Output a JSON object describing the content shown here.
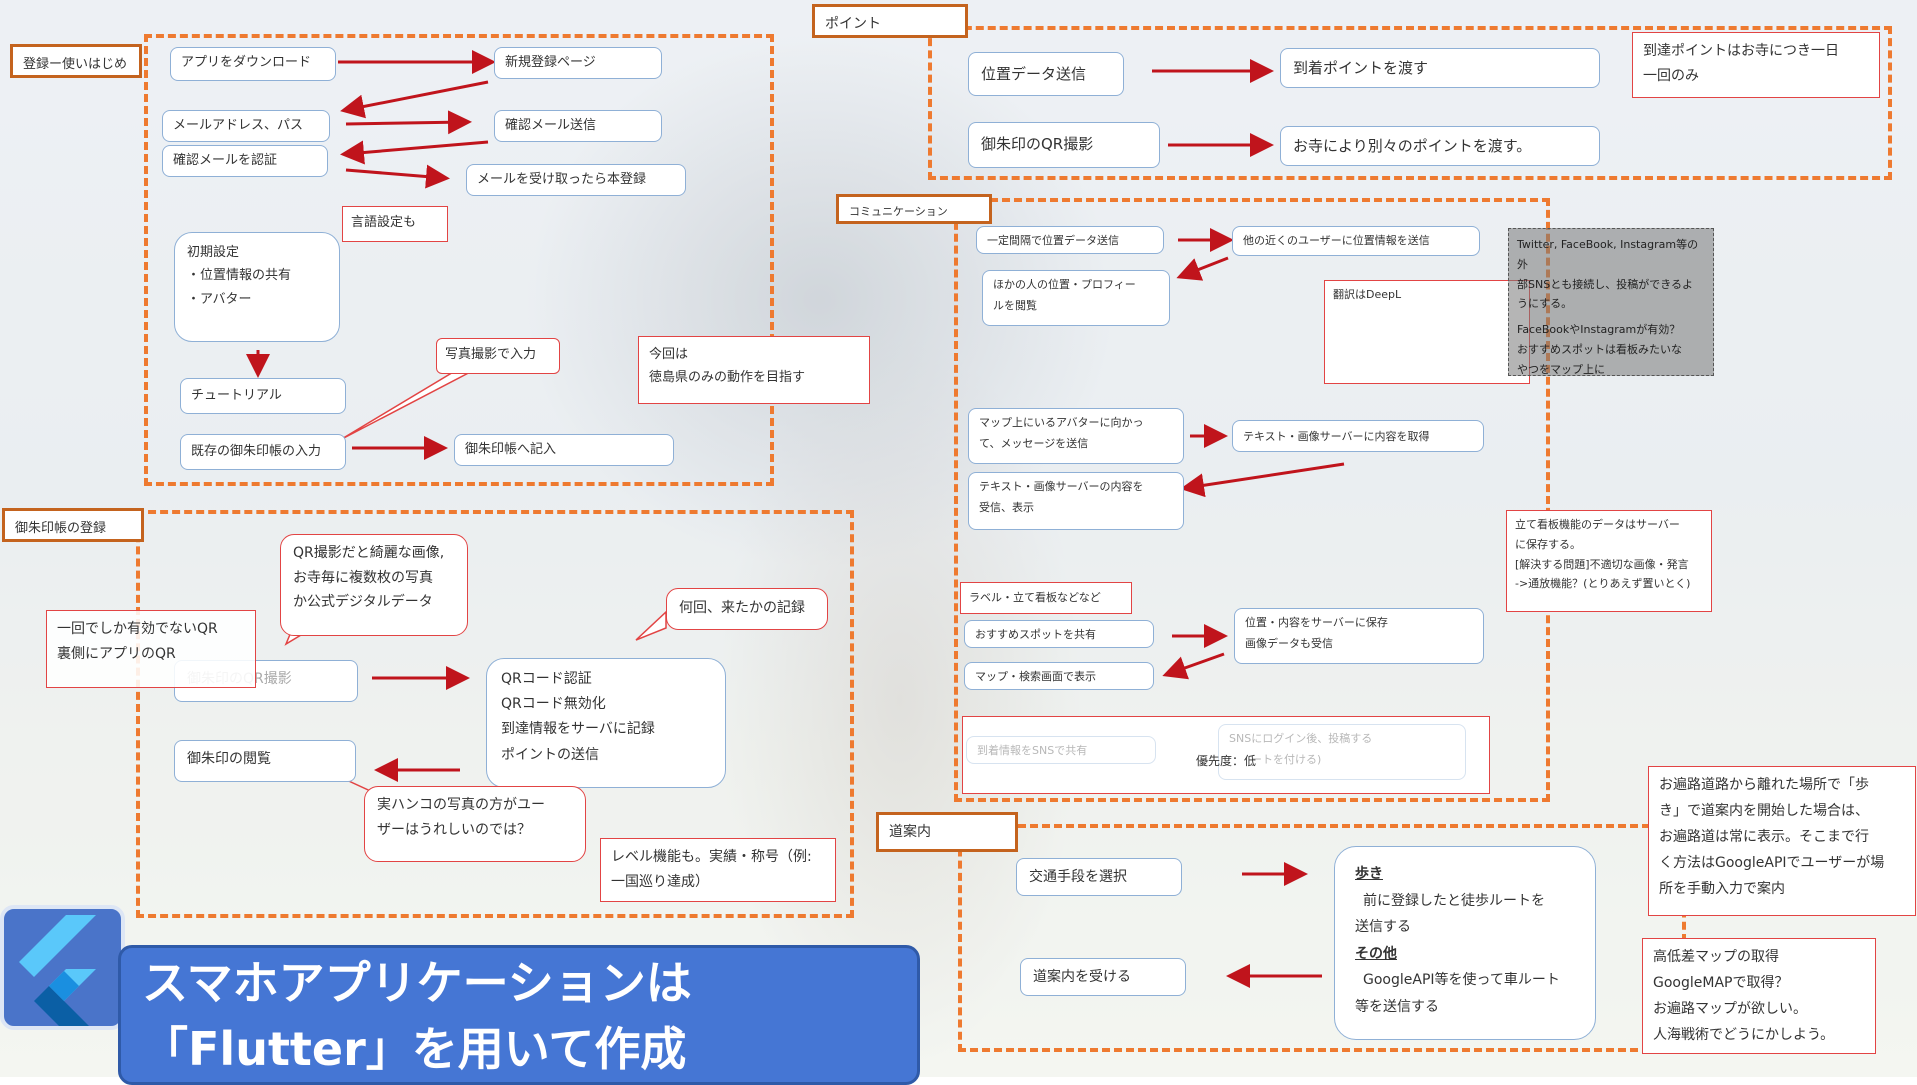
{
  "sections": {
    "registration": "登録ー使いはじめ",
    "points": "ポイント",
    "communication": "コミュニケーション",
    "stamp_registration": "御朱印帳の登録",
    "navigation": "道案内",
    "labels": "ラベル・立て看板などなど"
  },
  "registration": {
    "download": "アプリをダウンロード",
    "signup_page": "新規登録ページ",
    "email_pass": "メールアドレス、パス",
    "confirm_send": "確認メール送信",
    "confirm_verify": "確認メールを認証",
    "receive_register": "メールを受け取ったら本登録",
    "lang_note": "言語設定も",
    "initial_setup": [
      "初期設定",
      "・位置情報の共有",
      "・アバター"
    ],
    "tutorial": "チュートリアル",
    "existing_stamp": "既存の御朱印帳の入力",
    "photo_input": "写真撮影で入力",
    "stamp_entry": "御朱印帳へ記入",
    "this_time": [
      "今回は",
      "徳島県のみの動作を目指す"
    ]
  },
  "points": {
    "send_location": "位置データ送信",
    "give_arrival": "到着ポイントを渡す",
    "qr_shoot": "御朱印のQR撮影",
    "temple_points": "お寺により別々のポイントを渡す。",
    "note": [
      "到達ポイントはお寺につき一日",
      "一回のみ"
    ]
  },
  "communication": {
    "periodic": "一定間隔で位置データ送信",
    "send_nearby": "他の近くのユーザーに位置情報を送信",
    "view_others": [
      "ほかの人の位置・プロフィー",
      "ルを閲覧"
    ],
    "translate_note": "翻訳はDeepL",
    "sns_note": [
      "Twitter, FaceBook, Instagram等の外",
      "部SNSとも接続し、投稿ができるよ",
      "うにする。",
      "FaceBookやInstagramが有効？",
      "おすすめスポットは看板みたいな",
      "やつをマップ上に"
    ],
    "message_avatar": [
      "マップ上にいるアバターに向かっ",
      "て、メッセージを送信"
    ],
    "get_content": "テキスト・画像サーバーに内容を取得",
    "receive_display": [
      "テキスト・画像サーバーの内容を",
      "受信、表示"
    ],
    "signboard_note": [
      "立て看板機能のデータはサーバー",
      "に保存する。",
      "[解決する問題]不適切な画像・発言",
      "->通放機能？(とりあえず置いとく)"
    ],
    "share_spot": "おすすめスポットを共有",
    "save_server": [
      "位置・内容をサーバーに保存",
      "画像データも受信"
    ],
    "map_display": "マップ・検索画面で表示",
    "sns_share": "到着情報をSNSで共有",
    "sns_login": [
      "SNSにログイン後、投稿する",
      "ートを付ける)"
    ],
    "priority": "優先度：低"
  },
  "stamp": {
    "qr_bubble": [
      "QR撮影だと綺麗な画像,",
      "お寺毎に複数枚の写真",
      "か公式デジタルデータ"
    ],
    "qr_once": [
      "一回でしか有効でないQR",
      "裏側にアプリのQR"
    ],
    "qr_shoot": "御朱印のQR撮影",
    "count_bubble": "何回、来たかの記録",
    "qr_process": [
      "QRコード認証",
      "QRコード無効化",
      "到達情報をサーバに記録",
      "ポイントの送信"
    ],
    "view": "御朱印の閲覧",
    "hanko_bubble": [
      "実ハンコの写真の方がユー",
      "ザーはうれしいのでは？"
    ],
    "level_note": [
      "レベル機能も。実績・称号（例:",
      "一国巡り達成）"
    ]
  },
  "navigation": {
    "select_mode": "交通手段を選択",
    "receive_nav": "道案内を受ける",
    "walk_title": "歩き",
    "walk_body": [
      "前に登録したと徒歩ルートを",
      "送信する"
    ],
    "other_title": "その他",
    "other_body": [
      "GoogleAPI等を使って車ルート",
      "等を送信する"
    ],
    "offroute_note": [
      "お遍路道路から離れた場所で「歩",
      "き」で道案内を開始した場合は、",
      "お遍路道は常に表示。そこまで行",
      "く方法はGoogleAPIでユーザーが場",
      "所を手動入力で案内"
    ],
    "elevation_note": [
      "高低差マップの取得",
      "GoogleMAPで取得？",
      "お遍路マップが欲しい。",
      "人海戦術でどうにかしよう。"
    ]
  },
  "banner": {
    "line1": "スマホアプリケーションは",
    "line2": "「Flutter」を用いて作成"
  },
  "colors": {
    "dash": "#ee7a30",
    "arrow": "#c0141c",
    "box_border": "#8fb0d6",
    "banner": "#4576d4"
  }
}
